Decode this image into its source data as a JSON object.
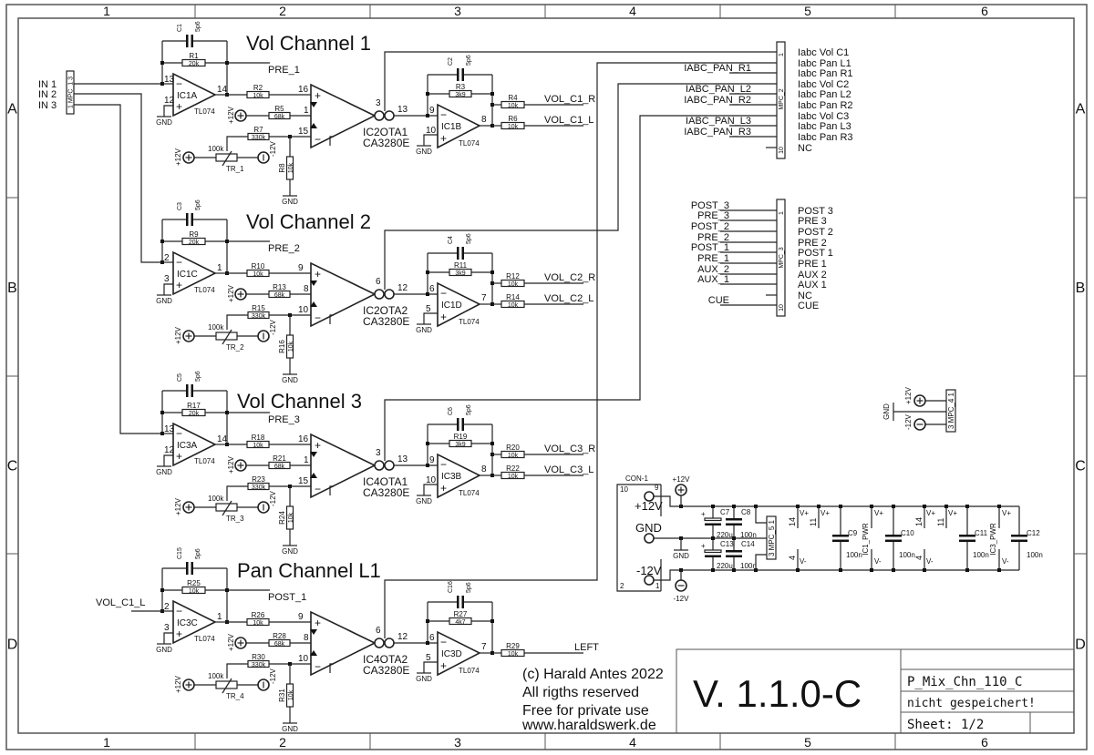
{
  "frame": {
    "columns": [
      "1",
      "2",
      "3",
      "4",
      "5",
      "6"
    ],
    "rows": [
      "A",
      "B",
      "C",
      "D"
    ]
  },
  "supply": {
    "pos": "+12V",
    "neg": "-12V",
    "gnd": "GND"
  },
  "input_connector": {
    "label": "1 MPC_1 3",
    "inputs": [
      "IN 1",
      "IN 2",
      "IN 3"
    ]
  },
  "channels": [
    {
      "title": "Vol Channel 1",
      "input_net": "",
      "in_amp": {
        "name": "IC1A",
        "type": "TL074",
        "pins": {
          "neg": "13",
          "pos": "12",
          "out": "14"
        }
      },
      "c_fb": {
        "name": "C1",
        "value": "5p6"
      },
      "r_fb": {
        "name": "R1",
        "value": "20k"
      },
      "tap_net": "PRE_1",
      "r_in": {
        "name": "R2",
        "value": "10k"
      },
      "r_bias": {
        "name": "R5",
        "value": "68k"
      },
      "r_ctrl": {
        "name": "R7",
        "value": "330k"
      },
      "r_gnd": {
        "name": "R8",
        "value": "10k"
      },
      "trim": {
        "name": "TR_1",
        "value": "100k"
      },
      "ota": {
        "name": "IC2OTA1",
        "type": "CA3280E",
        "pins": {
          "pos": "16",
          "bias": "1",
          "neg": "15",
          "iabc": "3",
          "out": "13"
        }
      },
      "out_amp": {
        "name": "IC1B",
        "type": "TL074",
        "pins": {
          "neg": "9",
          "pos": "10",
          "out": "8"
        }
      },
      "c_fb2": {
        "name": "C2",
        "value": "5p6"
      },
      "r_fb2": {
        "name": "R3",
        "value": "3k9"
      },
      "outputs": [
        {
          "name": "R4",
          "value": "10k",
          "net": "VOL_C1_R"
        },
        {
          "name": "R6",
          "value": "10k",
          "net": "VOL_C1_L"
        }
      ]
    },
    {
      "title": "Vol Channel 2",
      "input_net": "",
      "in_amp": {
        "name": "IC1C",
        "type": "TL074",
        "pins": {
          "neg": "2",
          "pos": "3",
          "out": "1"
        }
      },
      "c_fb": {
        "name": "C3",
        "value": "5p6"
      },
      "r_fb": {
        "name": "R9",
        "value": "20k"
      },
      "tap_net": "PRE_2",
      "r_in": {
        "name": "R10",
        "value": "10k"
      },
      "r_bias": {
        "name": "R13",
        "value": "68k"
      },
      "r_ctrl": {
        "name": "R15",
        "value": "330k"
      },
      "r_gnd": {
        "name": "R16",
        "value": "10k"
      },
      "trim": {
        "name": "TR_2",
        "value": "100k"
      },
      "ota": {
        "name": "IC2OTA2",
        "type": "CA3280E",
        "pins": {
          "pos": "9",
          "bias": "8",
          "neg": "10",
          "iabc": "6",
          "out": "12"
        }
      },
      "out_amp": {
        "name": "IC1D",
        "type": "TL074",
        "pins": {
          "neg": "6",
          "pos": "5",
          "out": "7"
        }
      },
      "c_fb2": {
        "name": "C4",
        "value": "5p6"
      },
      "r_fb2": {
        "name": "R11",
        "value": "3k9"
      },
      "outputs": [
        {
          "name": "R12",
          "value": "10k",
          "net": "VOL_C2_R"
        },
        {
          "name": "R14",
          "value": "10k",
          "net": "VOL_C2_L"
        }
      ]
    },
    {
      "title": "Vol Channel 3",
      "input_net": "",
      "in_amp": {
        "name": "IC3A",
        "type": "TL074",
        "pins": {
          "neg": "13",
          "pos": "12",
          "out": "14"
        }
      },
      "c_fb": {
        "name": "C5",
        "value": "5p6"
      },
      "r_fb": {
        "name": "R17",
        "value": "20k"
      },
      "tap_net": "PRE_3",
      "r_in": {
        "name": "R18",
        "value": "10k"
      },
      "r_bias": {
        "name": "R21",
        "value": "68k"
      },
      "r_ctrl": {
        "name": "R23",
        "value": "330k"
      },
      "r_gnd": {
        "name": "R24",
        "value": "10k"
      },
      "trim": {
        "name": "TR_3",
        "value": "100k"
      },
      "ota": {
        "name": "IC4OTA1",
        "type": "CA3280E",
        "pins": {
          "pos": "16",
          "bias": "1",
          "neg": "15",
          "iabc": "3",
          "out": "13"
        }
      },
      "out_amp": {
        "name": "IC3B",
        "type": "TL074",
        "pins": {
          "neg": "9",
          "pos": "10",
          "out": "8"
        }
      },
      "c_fb2": {
        "name": "C6",
        "value": "5p6"
      },
      "r_fb2": {
        "name": "R19",
        "value": "3k9"
      },
      "outputs": [
        {
          "name": "R20",
          "value": "10k",
          "net": "VOL_C3_R"
        },
        {
          "name": "R22",
          "value": "10k",
          "net": "VOL_C3_L"
        }
      ]
    },
    {
      "title": "Pan Channel L1",
      "input_net": "VOL_C1_L",
      "in_amp": {
        "name": "IC3C",
        "type": "TL074",
        "pins": {
          "neg": "2",
          "pos": "3",
          "out": "1"
        }
      },
      "c_fb": {
        "name": "C15",
        "value": "5p6"
      },
      "r_fb": {
        "name": "R25",
        "value": "10k"
      },
      "tap_net": "POST_1",
      "r_in": {
        "name": "R26",
        "value": "10k"
      },
      "r_bias": {
        "name": "R28",
        "value": "68k"
      },
      "r_ctrl": {
        "name": "R30",
        "value": "330k"
      },
      "r_gnd": {
        "name": "R31",
        "value": "10k"
      },
      "trim": {
        "name": "TR_4",
        "value": "100k"
      },
      "ota": {
        "name": "IC4OTA2",
        "type": "CA3280E",
        "pins": {
          "pos": "9",
          "bias": "8",
          "neg": "10",
          "iabc": "6",
          "out": "12"
        }
      },
      "out_amp": {
        "name": "IC3D",
        "type": "TL074",
        "pins": {
          "neg": "6",
          "pos": "5",
          "out": "7"
        }
      },
      "c_fb2": {
        "name": "C16",
        "value": "5p6"
      },
      "r_fb2": {
        "name": "R27",
        "value": "4k7"
      },
      "outputs": [
        {
          "name": "R29",
          "value": "10k",
          "net": "LEFT"
        }
      ]
    }
  ],
  "iabc_connector": {
    "label": "MPC_2",
    "first_pin": "1",
    "last_pin": "10",
    "pins": [
      "Iabc Vol C1",
      "Iabc Pan L1",
      "Iabc Pan R1",
      "Iabc Vol C2",
      "Iabc Pan L2",
      "Iabc Pan R2",
      "Iabc Vol C3",
      "Iabc Pan L3",
      "Iabc Pan R3",
      "NC"
    ],
    "nets": [
      "",
      "",
      "IABC_PAN_R1",
      "",
      "IABC_PAN_L2",
      "IABC_PAN_R2",
      "",
      "IABC_PAN_L3",
      "IABC_PAN_R3",
      ""
    ]
  },
  "send_connector": {
    "label": "MPC_3",
    "first_pin": "1",
    "last_pin": "10",
    "pins": [
      "POST 3",
      "PRE 3",
      "POST 2",
      "PRE 2",
      "POST 1",
      "PRE 1",
      "AUX 2",
      "AUX 1",
      "NC",
      "CUE"
    ],
    "nets": [
      "POST_3",
      "PRE_3",
      "POST_2",
      "PRE_2",
      "POST_1",
      "PRE_1",
      "AUX_2",
      "AUX_1",
      "",
      "CUE"
    ]
  },
  "power": {
    "connector": {
      "name": "CON-1",
      "pins": [
        "10",
        "9",
        "2",
        "1"
      ],
      "labels": [
        "+12V",
        "GND",
        "-12V"
      ]
    },
    "caps": [
      {
        "name": "C7",
        "value": "220u"
      },
      {
        "name": "C8",
        "value": "100n"
      },
      {
        "name": "C13",
        "value": "220u"
      },
      {
        "name": "C14",
        "value": "100n"
      },
      {
        "name": "C9",
        "value": "100n"
      },
      {
        "name": "C10",
        "value": "100n"
      },
      {
        "name": "C11",
        "value": "100n"
      },
      {
        "name": "C12",
        "value": "100n"
      }
    ],
    "mpc5": "3 MPC_5 1",
    "ic_pwr": [
      {
        "name": "IC1_PWR",
        "pins": [
          "14",
          "11",
          "4"
        ]
      },
      {
        "name": "IC3_PWR",
        "pins": [
          "14",
          "11",
          "4"
        ]
      }
    ],
    "vplus": "V+",
    "vminus": "V-"
  },
  "mpc4": {
    "label": "3 MPC_4 1"
  },
  "title_block": {
    "copyright": [
      "(c) Harald Antes 2022",
      "All rigths reserved",
      "Free for private use",
      "www.haraldswerk.de"
    ],
    "version": "V. 1.1.0-C",
    "filename": "P_Mix_Chn_110_C",
    "status": "nicht gespeichert!",
    "sheet": "Sheet: 1/2"
  }
}
